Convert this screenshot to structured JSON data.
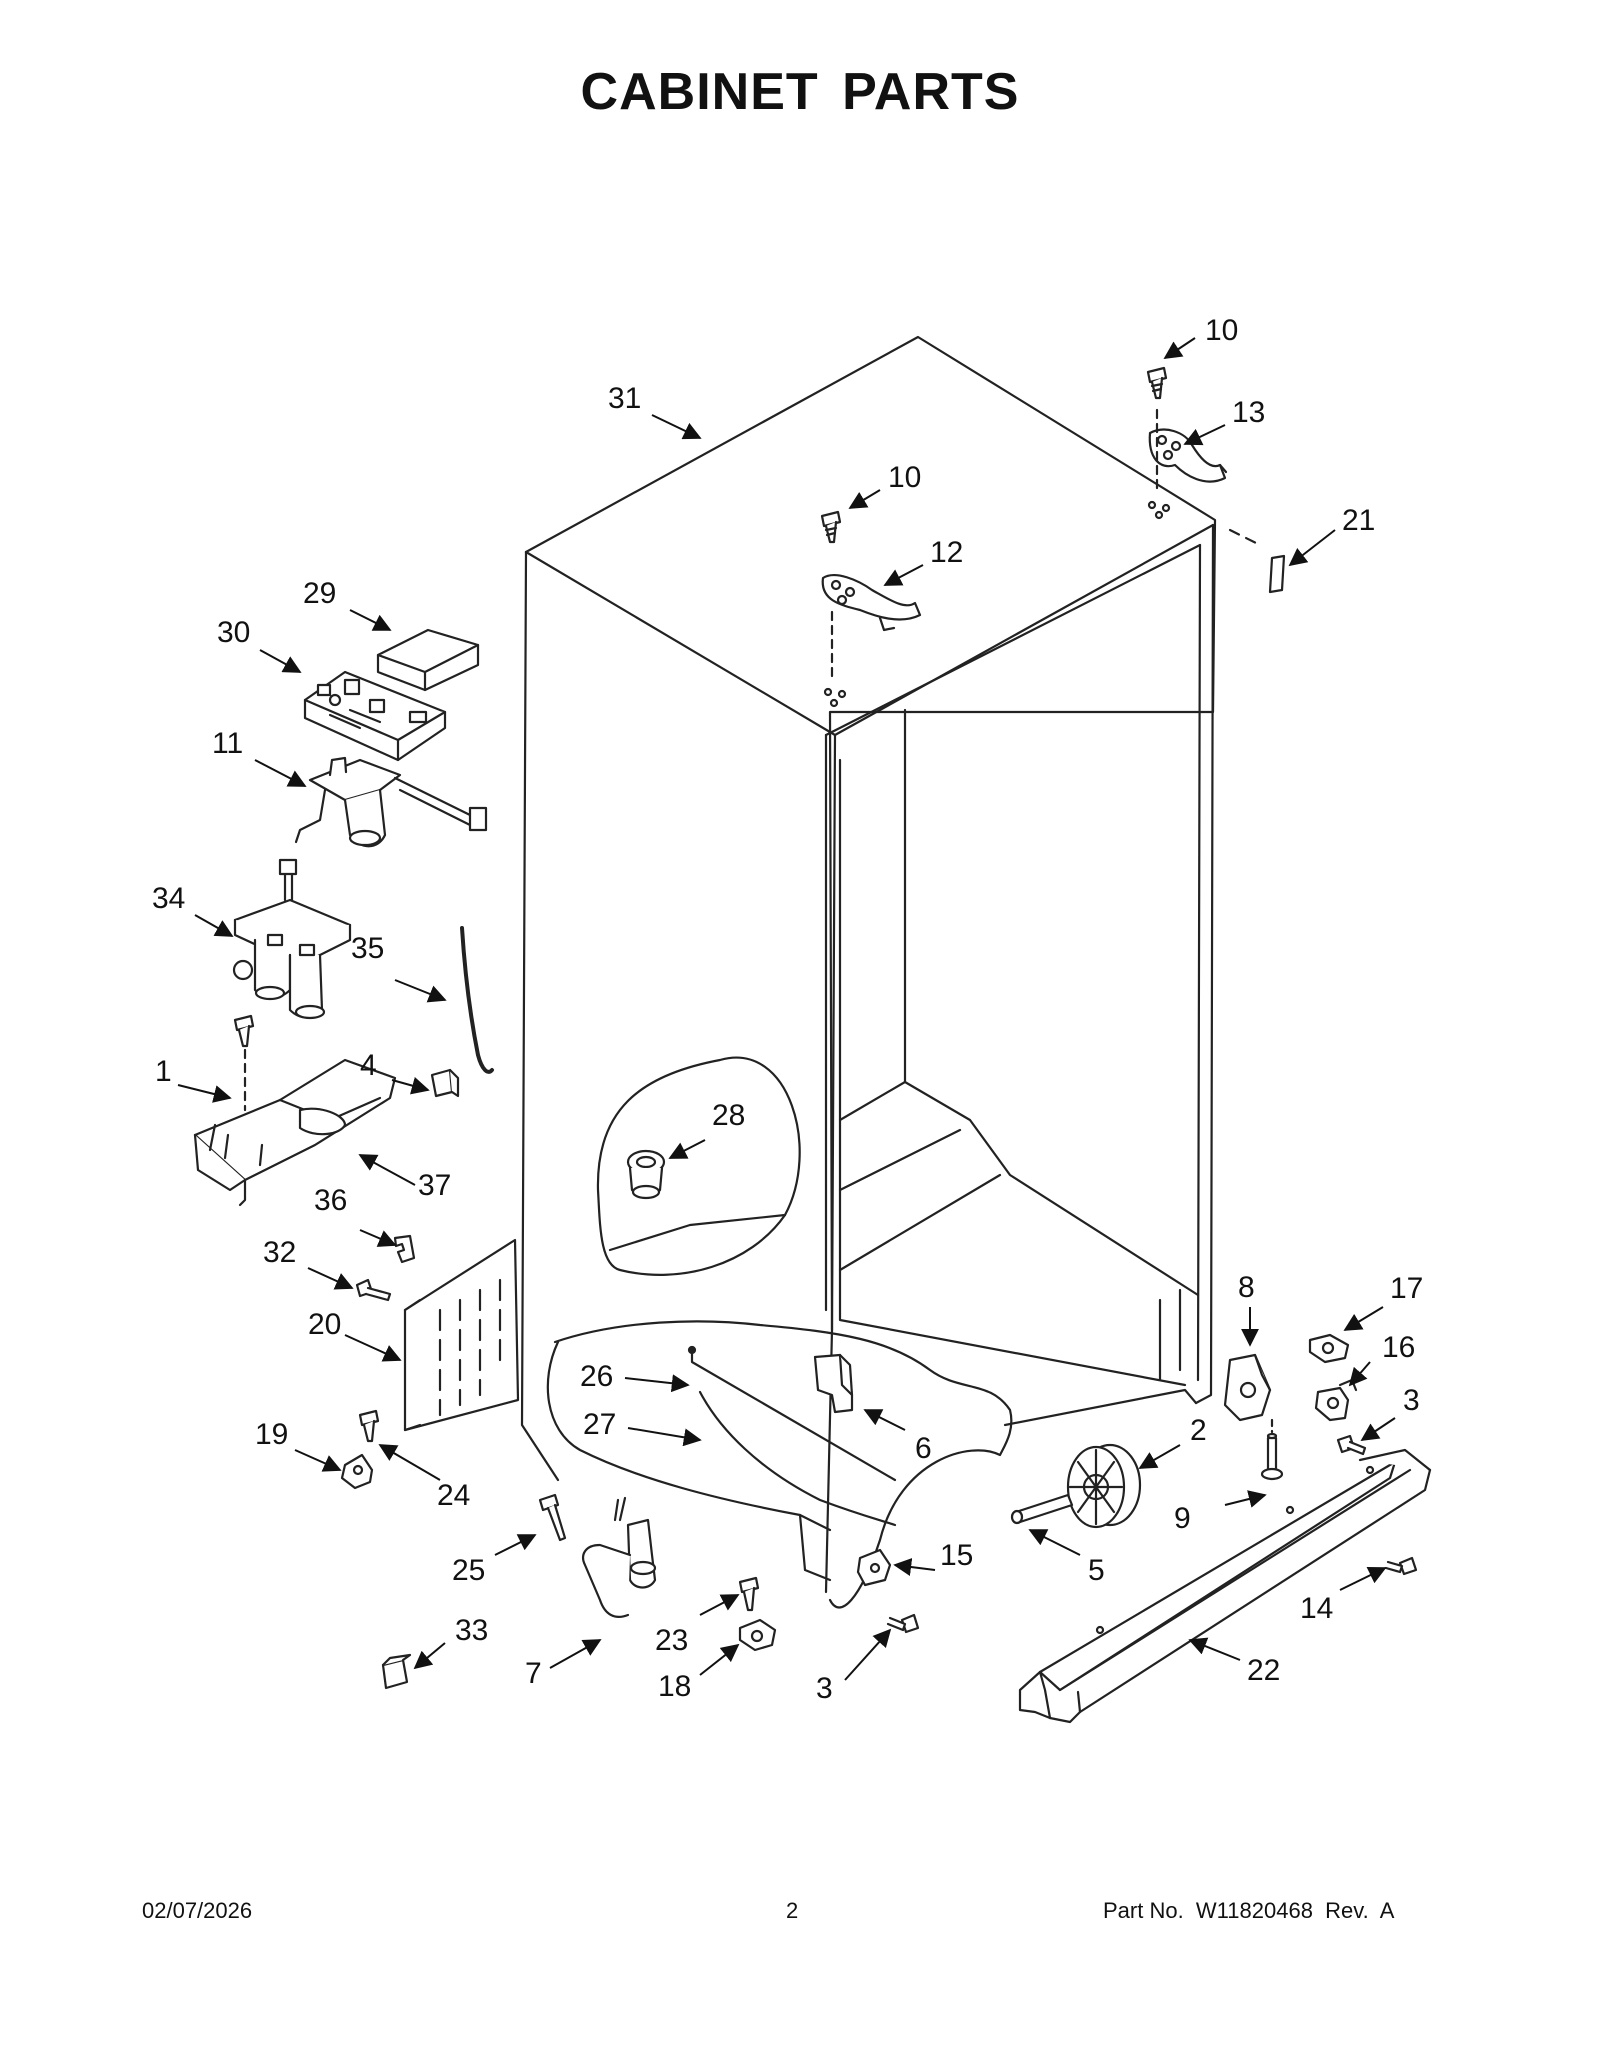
{
  "title": "CABINET PARTS",
  "footer": {
    "date": "02/07/2026",
    "page": "2",
    "part_number": "Part No.  W11820468  Rev.  A"
  },
  "callouts": [
    {
      "id": "10a",
      "label": "10"
    },
    {
      "id": "13",
      "label": "13"
    },
    {
      "id": "31",
      "label": "31"
    },
    {
      "id": "10b",
      "label": "10"
    },
    {
      "id": "21",
      "label": "21"
    },
    {
      "id": "12",
      "label": "12"
    },
    {
      "id": "29",
      "label": "29"
    },
    {
      "id": "30",
      "label": "30"
    },
    {
      "id": "11",
      "label": "11"
    },
    {
      "id": "34",
      "label": "34"
    },
    {
      "id": "35",
      "label": "35"
    },
    {
      "id": "1",
      "label": "1"
    },
    {
      "id": "4",
      "label": "4"
    },
    {
      "id": "28",
      "label": "28"
    },
    {
      "id": "37",
      "label": "37"
    },
    {
      "id": "36",
      "label": "36"
    },
    {
      "id": "8",
      "label": "8"
    },
    {
      "id": "17",
      "label": "17"
    },
    {
      "id": "32",
      "label": "32"
    },
    {
      "id": "16",
      "label": "16"
    },
    {
      "id": "20",
      "label": "20"
    },
    {
      "id": "26",
      "label": "26"
    },
    {
      "id": "3a",
      "label": "3"
    },
    {
      "id": "2",
      "label": "2"
    },
    {
      "id": "19",
      "label": "19"
    },
    {
      "id": "27",
      "label": "27"
    },
    {
      "id": "6",
      "label": "6"
    },
    {
      "id": "24",
      "label": "24"
    },
    {
      "id": "9",
      "label": "9"
    },
    {
      "id": "25",
      "label": "25"
    },
    {
      "id": "15",
      "label": "15"
    },
    {
      "id": "5",
      "label": "5"
    },
    {
      "id": "14",
      "label": "14"
    },
    {
      "id": "33",
      "label": "33"
    },
    {
      "id": "23",
      "label": "23"
    },
    {
      "id": "7",
      "label": "7"
    },
    {
      "id": "22",
      "label": "22"
    },
    {
      "id": "18",
      "label": "18"
    },
    {
      "id": "3b",
      "label": "3"
    }
  ]
}
